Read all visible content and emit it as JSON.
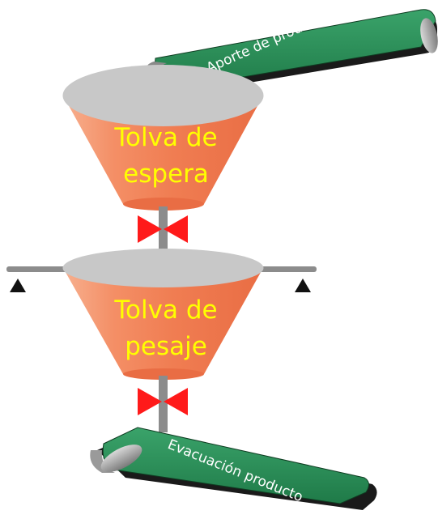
{
  "diagram": {
    "top_hopper": {
      "label_line1": "Tolva de",
      "label_line2": "espera"
    },
    "bottom_hopper": {
      "label_line1": "Tolva de",
      "label_line2": "pesaje"
    },
    "feed_conveyor": {
      "label": "Aporte de producto"
    },
    "discharge_conveyor": {
      "label": "Evacuación producto"
    }
  },
  "colors": {
    "hopper_body": "#f08a63",
    "hopper_top": "#c8c8c8",
    "belt_green": "#2e8b57",
    "belt_edge": "#1a1a1a",
    "valve_red": "#ff1a1a",
    "support_gray": "#8c8c8c",
    "label_yellow": "#ffff00"
  }
}
